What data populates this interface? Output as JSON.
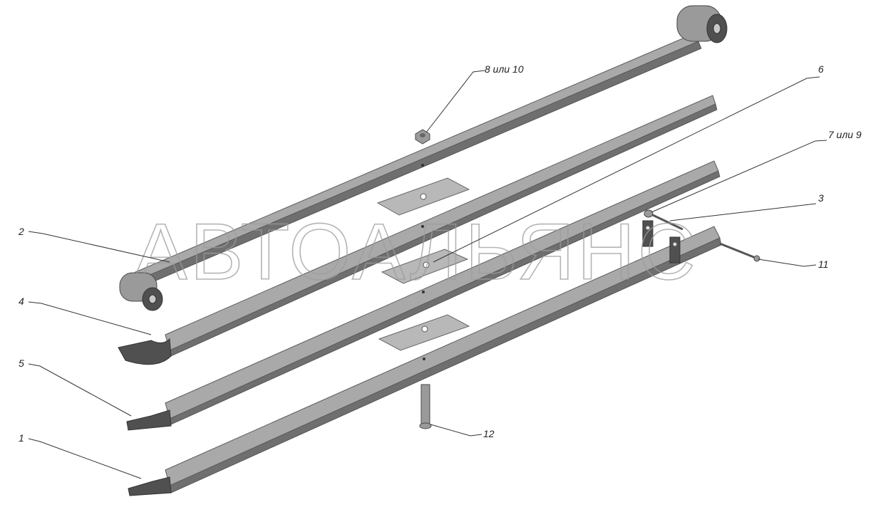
{
  "watermark": "АВТОАЛЬЯНС",
  "callouts": {
    "c1": "1",
    "c2": "2",
    "c3": "3",
    "c4": "4",
    "c5": "5",
    "c6": "6",
    "c7or9": "7 или 9",
    "c8or10": "8 или 10",
    "c11": "11",
    "c12": "12"
  }
}
